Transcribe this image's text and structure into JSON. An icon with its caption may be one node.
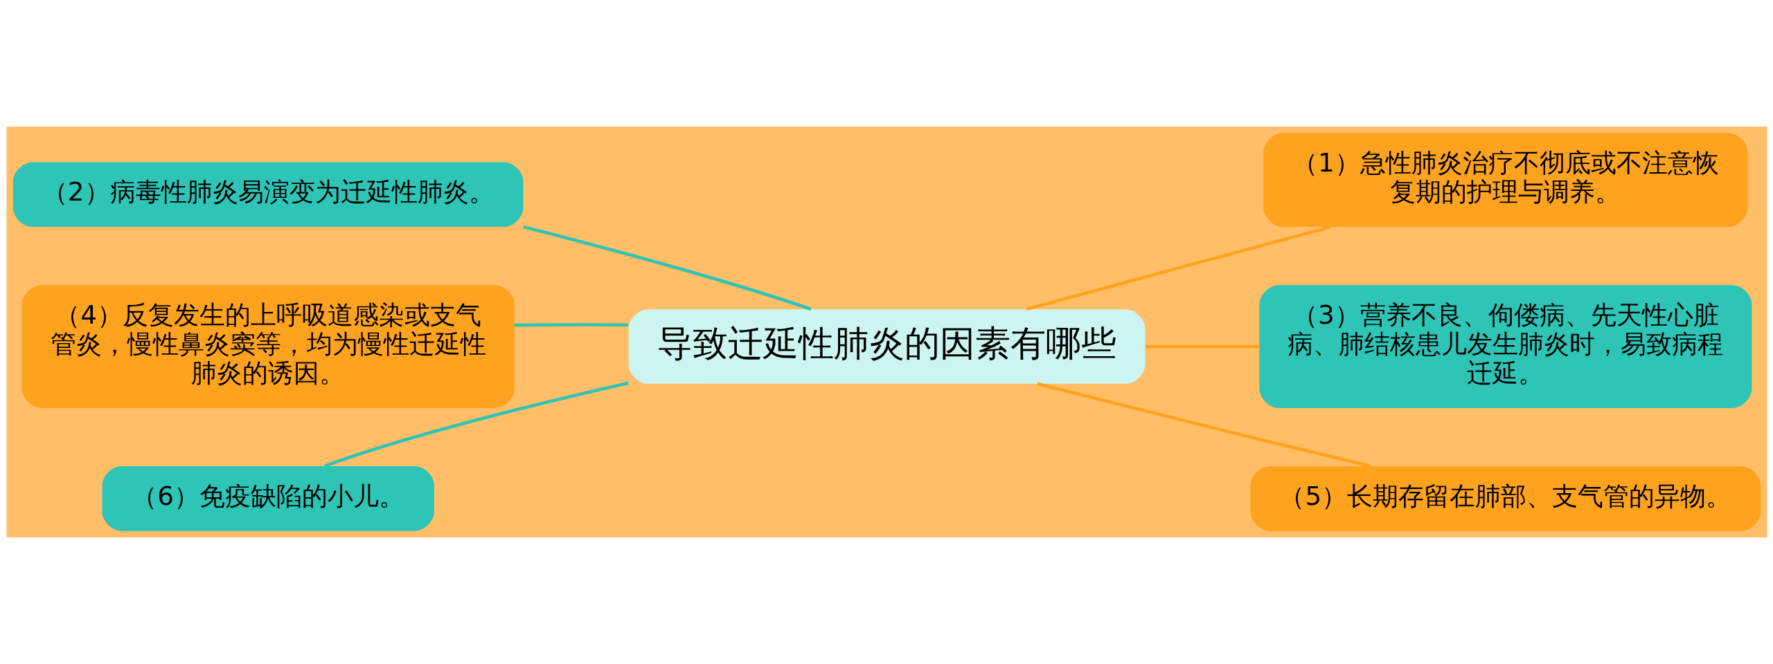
{
  "diagram": {
    "nodes": [
      {
        "text": [
          "导致迁延性肺炎的因素有哪些"
        ]
      },
      {
        "text": [
          "（2）病毒性肺炎易演变为迁延性肺炎。"
        ]
      },
      {
        "text": [
          "（4）反复发生的上呼吸道感染或支气管炎，慢性鼻炎窦等，均为慢性迁延性肺炎的诱因。"
        ]
      },
      {
        "text": [
          "（6）免疫缺陷的小儿。"
        ]
      },
      {
        "text": [
          "（1）急性肺炎治疗不彻底或不注意恢复期的护理与调养。"
        ]
      },
      {
        "text": [
          "（3）营养不良、佝偻病、先天性心脏病、肺结核患儿发生肺炎时，易致病程迁延。"
        ]
      },
      {
        "text": [
          "（5）长期存留在肺部、支气管的异物。"
        ]
      }
    ],
    "edges": [
      {
        "from": 0,
        "to": 1,
        "arrow": "none",
        "color": "#2ec4b6"
      },
      {
        "from": 0,
        "to": 2,
        "arrow": "none",
        "color": "#2ec4b6"
      },
      {
        "from": 0,
        "to": 3,
        "arrow": "none",
        "color": "#2ec4b6"
      },
      {
        "from": 0,
        "to": 4,
        "arrow": "none",
        "color": "#ffa31f"
      },
      {
        "from": 0,
        "to": 5,
        "arrow": "none",
        "color": "#ffa31f"
      },
      {
        "from": 0,
        "to": 6,
        "arrow": "none",
        "color": "#ffa31f"
      }
    ]
  }
}
